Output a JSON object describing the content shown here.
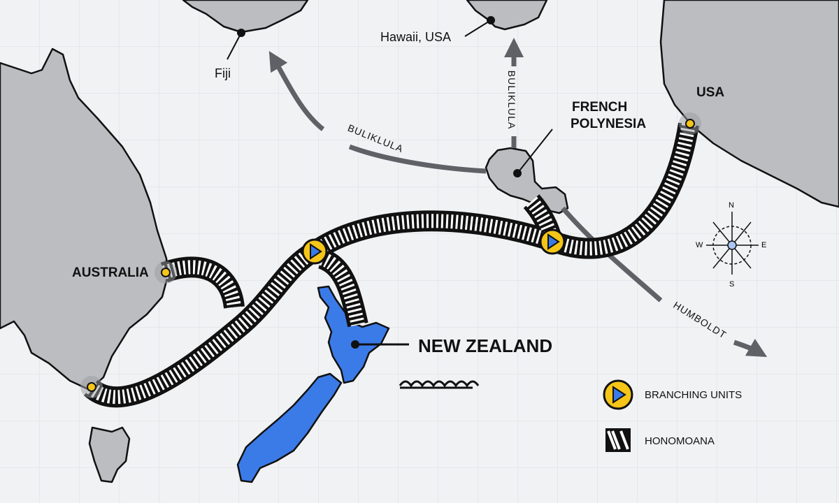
{
  "places": {
    "fiji": "Fiji",
    "hawaii": "Hawaii, USA",
    "usa": "USA",
    "french_polynesia_1": "FRENCH",
    "french_polynesia_2": "POLYNESIA",
    "australia": "AUSTRALIA",
    "new_zealand": "NEW ZEALAND"
  },
  "currents": {
    "buliklula_west": "BULIKLULA",
    "buliklula_north": "BULIKLULA",
    "humboldt": "HUMBOLDT"
  },
  "compass": {
    "n": "N",
    "s": "S",
    "e": "E",
    "w": "W"
  },
  "legend": {
    "branching_units": "BRANCHING UNITS",
    "cable": "HONOMOANA"
  },
  "colors": {
    "land": "#bcbdc1",
    "new_zealand": "#3b7be8",
    "branching_unit": "#f5c518",
    "arrow": "#5f6166"
  }
}
